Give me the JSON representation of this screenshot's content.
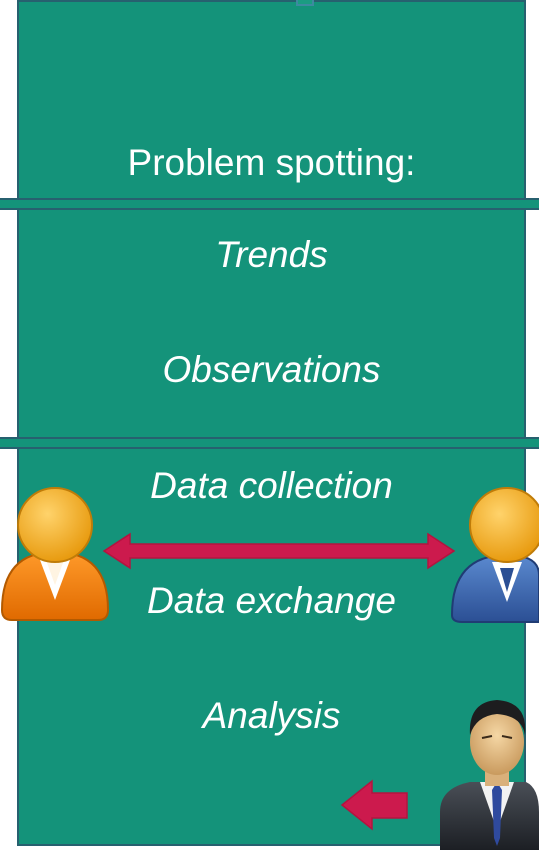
{
  "heading": "Problem spotting:",
  "items": [
    "Trends",
    "Observations",
    "Data collection",
    "Data exchange",
    "Analysis"
  ],
  "icons": {
    "left_user": "orange-user-icon",
    "right_user": "blue-user-icon",
    "businessman": "businessman-icon",
    "exchange_arrow": "double-arrow-icon",
    "inbound_arrow": "left-arrow-icon"
  },
  "colors": {
    "panel": "#14937a",
    "border": "#27606f",
    "text": "#ffffff",
    "arrow": "#cc1a4d",
    "left_user": "#f07d00",
    "right_user": "#3a66ad"
  }
}
